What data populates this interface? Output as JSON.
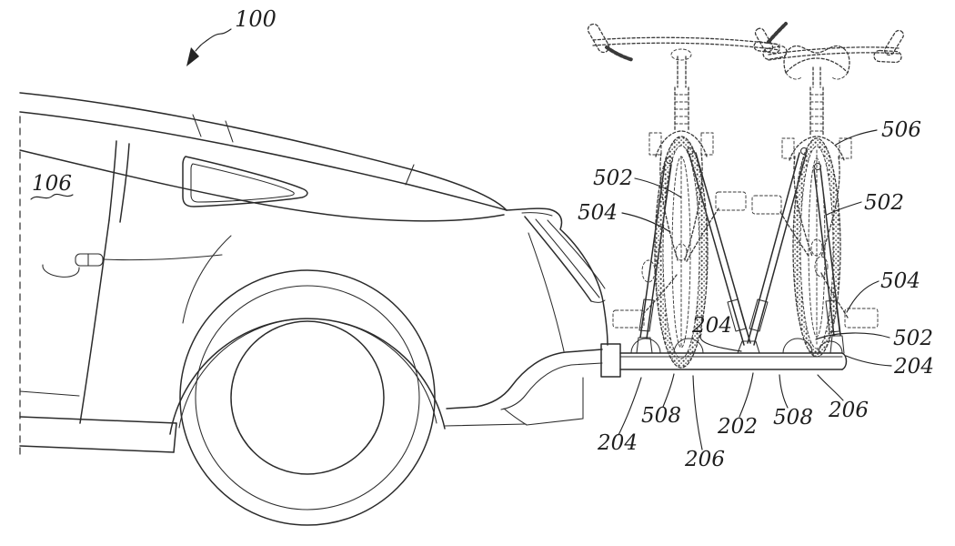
{
  "drawing": {
    "background_color": "#ffffff",
    "ink_color": "#2b2b2b",
    "style": "patent line art, vehicle with hitch-mounted two-bike carrier"
  },
  "labels": [
    {
      "text": "100"
    },
    {
      "text": "106"
    },
    {
      "text": "502"
    },
    {
      "text": "504"
    },
    {
      "text": "506"
    },
    {
      "text": "502"
    },
    {
      "text": "504"
    },
    {
      "text": "502"
    },
    {
      "text": "204"
    },
    {
      "text": "204"
    },
    {
      "text": "204"
    },
    {
      "text": "508"
    },
    {
      "text": "206"
    },
    {
      "text": "202"
    },
    {
      "text": "508"
    },
    {
      "text": "206"
    }
  ]
}
